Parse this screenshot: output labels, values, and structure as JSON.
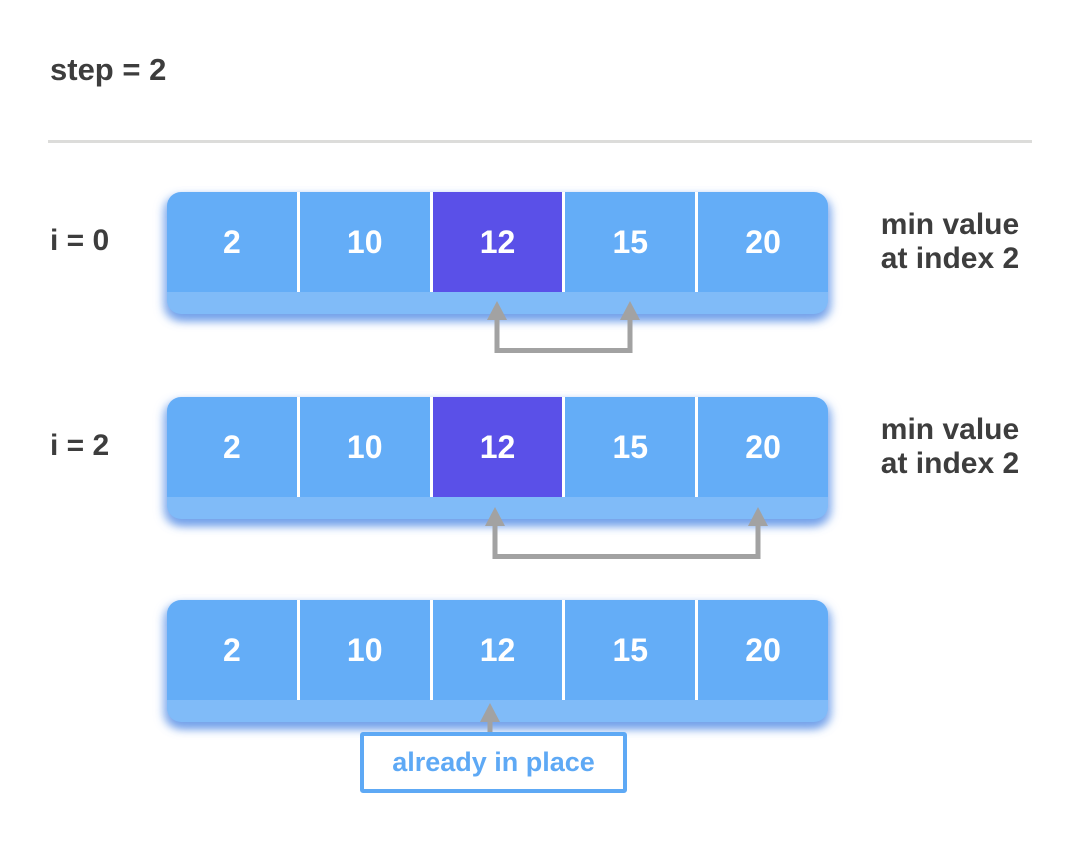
{
  "header": {
    "title": "step = 2"
  },
  "rows": [
    {
      "label": "i = 0",
      "values": [
        "2",
        "10",
        "12",
        "15",
        "20"
      ],
      "highlight_index": 2,
      "note_line1": "min value",
      "note_line2": "at index 2",
      "compare_from_index": 2,
      "compare_to_index": 3
    },
    {
      "label": "i = 2",
      "values": [
        "2",
        "10",
        "12",
        "15",
        "20"
      ],
      "highlight_index": 2,
      "note_line1": "min value",
      "note_line2": "at index 2",
      "compare_from_index": 2,
      "compare_to_index": 4
    },
    {
      "values": [
        "2",
        "10",
        "12",
        "15",
        "20"
      ],
      "annotation": "already in place",
      "pointer_index": 2
    }
  ],
  "colors": {
    "cell_blue": "#64adf7",
    "highlight_purple": "#5a50e8",
    "text_dark": "#3d3d3d",
    "arrow_gray": "#a2a2a2",
    "annotation_blue": "#5ea9f5",
    "cell_text_white": "#ffffff",
    "divider_line_gray": "#dcdcda"
  }
}
